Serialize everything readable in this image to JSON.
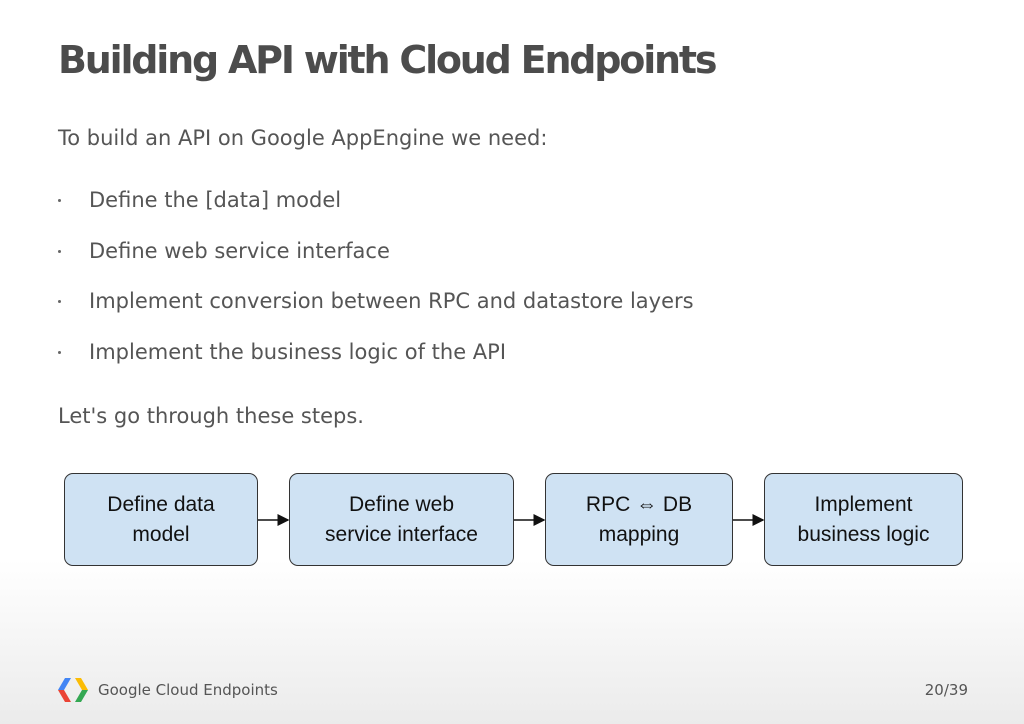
{
  "slide": {
    "title": "Building API with Cloud Endpoints",
    "intro": "To build an API on Google AppEngine we need:",
    "bullets": [
      "Define the [data] model",
      "Define web service interface",
      "Implement conversion between RPC and datastore layers",
      "Implement the business logic of the API"
    ],
    "outro": "Let's go through these steps."
  },
  "diagram": {
    "steps": [
      "Define data\nmodel",
      "Define web\nservice interface",
      "RPC ⇔ DB\nmapping",
      "Implement\nbusiness logic"
    ],
    "box_fill": "#cfe2f3",
    "box_border": "#333333"
  },
  "footer": {
    "logo_icon": "google-cloud-logo-icon",
    "text": "Google Cloud Endpoints",
    "page_number": "20/39"
  }
}
